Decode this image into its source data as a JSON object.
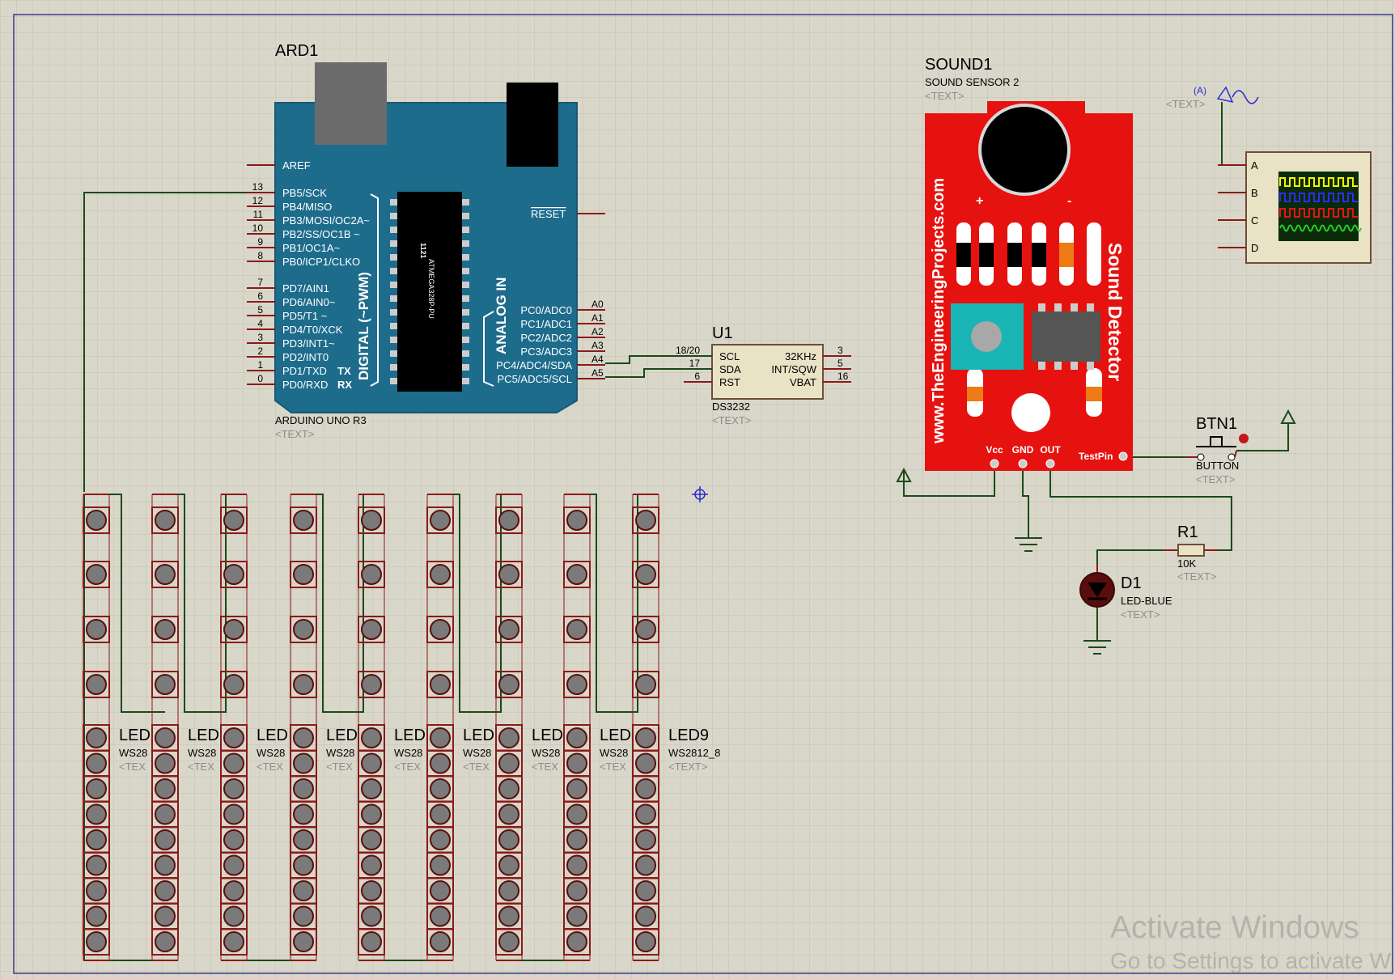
{
  "colors": {
    "background": "#d9d7c9",
    "grid": "#c3c2b5",
    "wire": "#1b4a1b",
    "pin": "#8b1a1a",
    "arduino_board": "#1e6c8c",
    "sound_board": "#e6120f",
    "scope_screen": "#0b2a0b"
  },
  "arduino": {
    "ref": "ARD1",
    "value": "ARDUINO UNO R3",
    "text_placeholder": "<TEXT>",
    "chip_label": "ATMEGA328P-PU",
    "chip_code": "1121",
    "digital_label": "DIGITAL (~PWM)",
    "analog_label": "ANALOG IN",
    "aref": "AREF",
    "reset": "RESET",
    "left_pins": [
      {
        "num": "13",
        "name": "PB5/SCK"
      },
      {
        "num": "12",
        "name": "PB4/MISO"
      },
      {
        "num": "11",
        "name": "PB3/MOSI/OC2A~"
      },
      {
        "num": "10",
        "name": "PB2/SS/OC1B  ~"
      },
      {
        "num": "9",
        "name": "PB1/OC1A~"
      },
      {
        "num": "8",
        "name": "PB0/ICP1/CLKO"
      },
      {
        "num": "7",
        "name": "PD7/AIN1"
      },
      {
        "num": "6",
        "name": "PD6/AIN0~"
      },
      {
        "num": "5",
        "name": "PD5/T1     ~"
      },
      {
        "num": "4",
        "name": "PD4/T0/XCK"
      },
      {
        "num": "3",
        "name": "PD3/INT1~"
      },
      {
        "num": "2",
        "name": "PD2/INT0"
      },
      {
        "num": "1",
        "name": "PD1/TXD"
      },
      {
        "num": "0",
        "name": "PD0/RXD"
      }
    ],
    "tx_label": "TX",
    "rx_label": "RX",
    "right_pins": [
      {
        "num": "A0",
        "name": "PC0/ADC0"
      },
      {
        "num": "A1",
        "name": "PC1/ADC1"
      },
      {
        "num": "A2",
        "name": "PC2/ADC2"
      },
      {
        "num": "A3",
        "name": "PC3/ADC3"
      },
      {
        "num": "A4",
        "name": "PC4/ADC4/SDA"
      },
      {
        "num": "A5",
        "name": "PC5/ADC5/SCL"
      }
    ]
  },
  "rtc": {
    "ref": "U1",
    "value": "DS3232",
    "text_placeholder": "<TEXT>",
    "left_pins": [
      {
        "num": "18/20",
        "name": "SCL"
      },
      {
        "num": "17",
        "name": "SDA"
      },
      {
        "num": "6",
        "name": "RST"
      }
    ],
    "right_pins": [
      {
        "num": "3",
        "name": "32KHz"
      },
      {
        "num": "5",
        "name": "INT/SQW"
      },
      {
        "num": "16",
        "name": "VBAT"
      }
    ]
  },
  "sound": {
    "ref": "SOUND1",
    "value": "SOUND SENSOR 2",
    "text_placeholder": "<TEXT>",
    "url": "www.TheEngineeringProjects.com",
    "title": "Sound Detector",
    "plus": "+",
    "minus": "-",
    "pins": [
      "Vcc",
      "GND",
      "OUT"
    ],
    "testpin": "TestPin"
  },
  "scope": {
    "probe_label": "(A)",
    "text_placeholder": "<TEXT>",
    "channels": [
      "A",
      "B",
      "C",
      "D"
    ]
  },
  "button": {
    "ref": "BTN1",
    "value": "BUTTON",
    "text_placeholder": "<TEXT>"
  },
  "resistor": {
    "ref": "R1",
    "value": "10K",
    "text_placeholder": "<TEXT>"
  },
  "led": {
    "ref": "D1",
    "value": "LED-BLUE",
    "text_placeholder": "<TEXT>"
  },
  "strips": [
    {
      "ref": "LED",
      "value": "WS28",
      "text": "<TEX"
    },
    {
      "ref": "LED",
      "value": "WS28",
      "text": "<TEX"
    },
    {
      "ref": "LED",
      "value": "WS28",
      "text": "<TEX"
    },
    {
      "ref": "LED",
      "value": "WS28",
      "text": "<TEX"
    },
    {
      "ref": "LED",
      "value": "WS28",
      "text": "<TEX"
    },
    {
      "ref": "LED",
      "value": "WS28",
      "text": "<TEX"
    },
    {
      "ref": "LED",
      "value": "WS28",
      "text": "<TEX"
    },
    {
      "ref": "LED",
      "value": "WS28",
      "text": "<TEX"
    },
    {
      "ref": "LED9",
      "value": "WS2812_8",
      "text": "<TEXT>"
    }
  ],
  "watermark": {
    "line1": "Activate Windows",
    "line2": "Go to Settings to activate W"
  }
}
